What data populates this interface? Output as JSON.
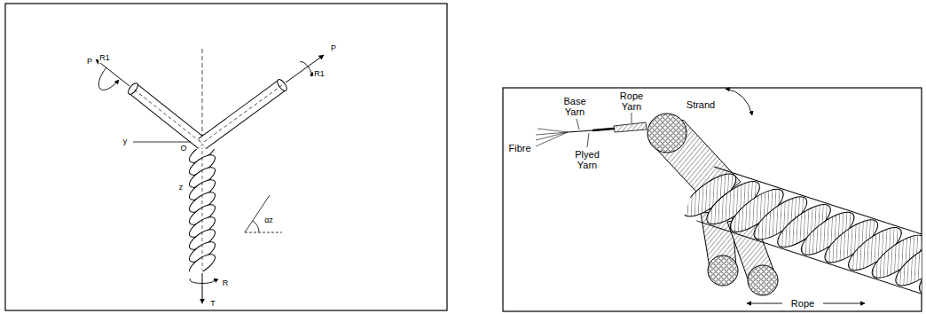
{
  "diagram": {
    "labels": [
      "P",
      "R1",
      "P",
      "R1",
      "y",
      "O",
      "z",
      "αz",
      "R",
      "T",
      "Fibre",
      "Base Yarn",
      "Plyed Yarn",
      "Rope Yarn",
      "Strand",
      "Rope"
    ]
  }
}
